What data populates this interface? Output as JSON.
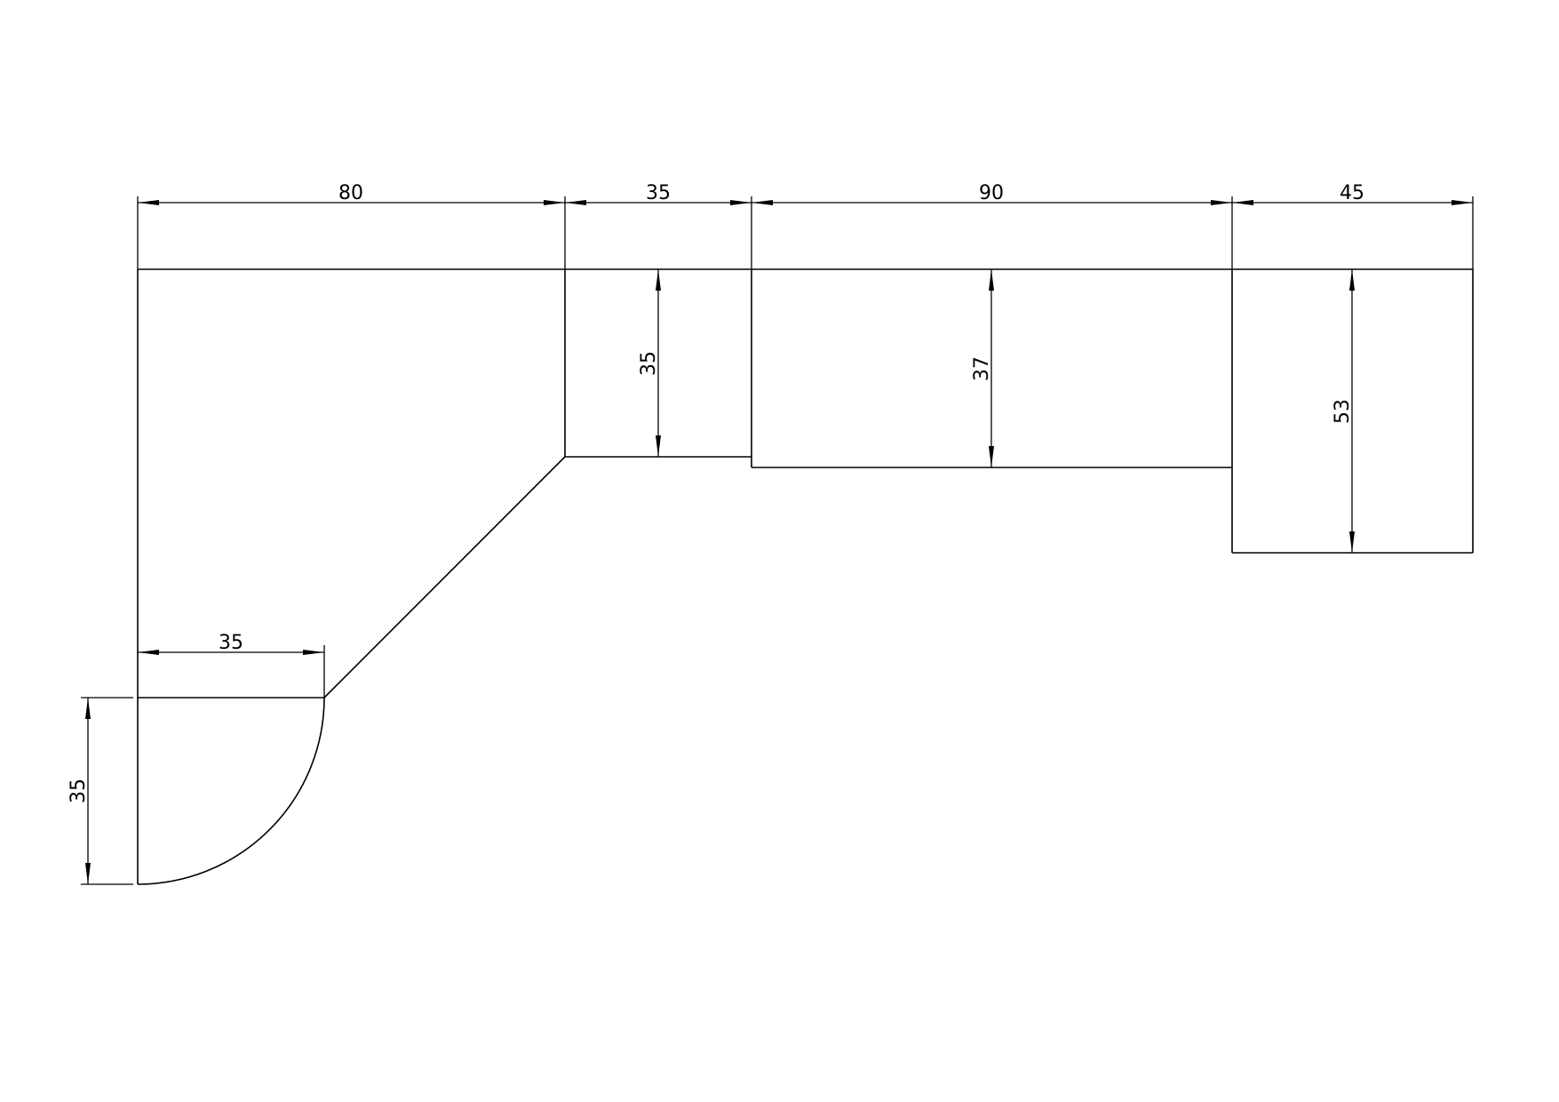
{
  "drawing": {
    "line_color": "#000000",
    "background": "#ffffff",
    "dimensions": {
      "top_segment_1": "80",
      "top_segment_2": "35",
      "top_segment_3": "90",
      "top_segment_4": "45",
      "section_2_height": "35",
      "section_3_height": "37",
      "section_4_height": "53",
      "corner_width": "35",
      "corner_height": "35"
    }
  }
}
